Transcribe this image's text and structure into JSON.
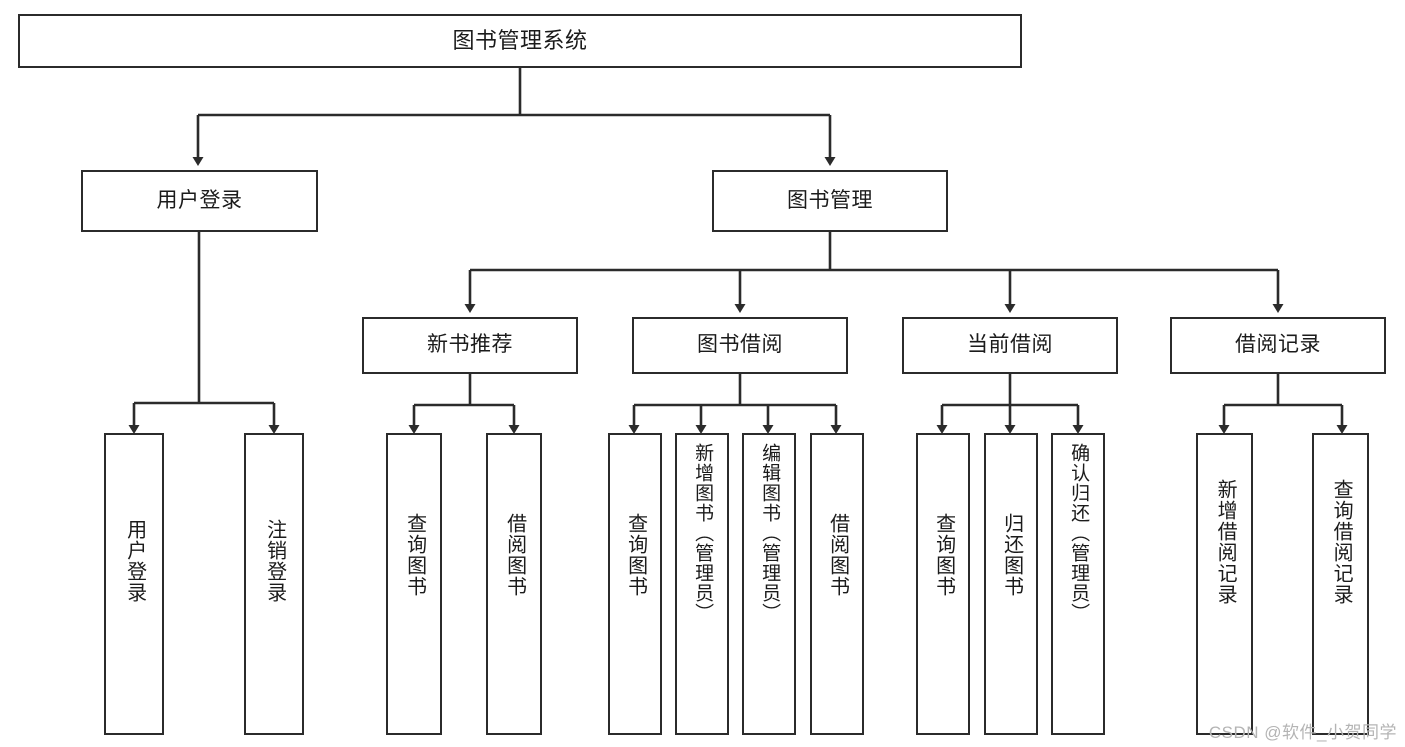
{
  "diagram": {
    "title": "图书管理系统",
    "type": "tree-hierarchy",
    "root": {
      "label": "图书管理系统"
    },
    "level2": [
      {
        "label": "用户登录"
      },
      {
        "label": "图书管理"
      }
    ],
    "level3": [
      {
        "label": "新书推荐"
      },
      {
        "label": "图书借阅"
      },
      {
        "label": "当前借阅"
      },
      {
        "label": "借阅记录"
      }
    ],
    "leaves": {
      "user_login": [
        {
          "label": "用户登录"
        },
        {
          "label": "注销登录"
        }
      ],
      "new_book_recommend": [
        {
          "label": "查询图书"
        },
        {
          "label": "借阅图书"
        }
      ],
      "book_borrow": [
        {
          "label": "查询图书"
        },
        {
          "label": "新增图书（管理员）"
        },
        {
          "label": "编辑图书（管理员）"
        },
        {
          "label": "借阅图书"
        }
      ],
      "current_borrow": [
        {
          "label": "查询图书"
        },
        {
          "label": "归还图书"
        },
        {
          "label": "确认归还（管理员）"
        }
      ],
      "borrow_record": [
        {
          "label": "新增借阅记录"
        },
        {
          "label": "查询借阅记录"
        }
      ]
    }
  },
  "watermark": {
    "text": "CSDN @软件_小贺同学"
  },
  "colors": {
    "stroke": "#2b2b2b",
    "fill": "#ffffff",
    "text": "#1b1b1b",
    "watermark": "#b4b4b4"
  }
}
